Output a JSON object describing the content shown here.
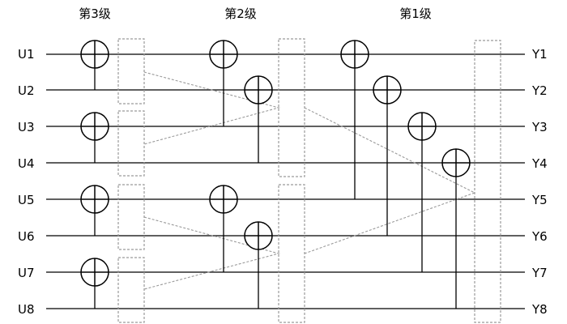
{
  "stages": {
    "stage3": "第3级",
    "stage2": "第2级",
    "stage1": "第1级"
  },
  "inputs": [
    "U1",
    "U2",
    "U3",
    "U4",
    "U5",
    "U6",
    "U7",
    "U8"
  ],
  "outputs": [
    "Y1",
    "Y2",
    "Y3",
    "Y4",
    "Y5",
    "Y6",
    "Y7",
    "Y8"
  ],
  "colors": {
    "wire": "#000000",
    "permutation": "#9a9a9a"
  }
}
